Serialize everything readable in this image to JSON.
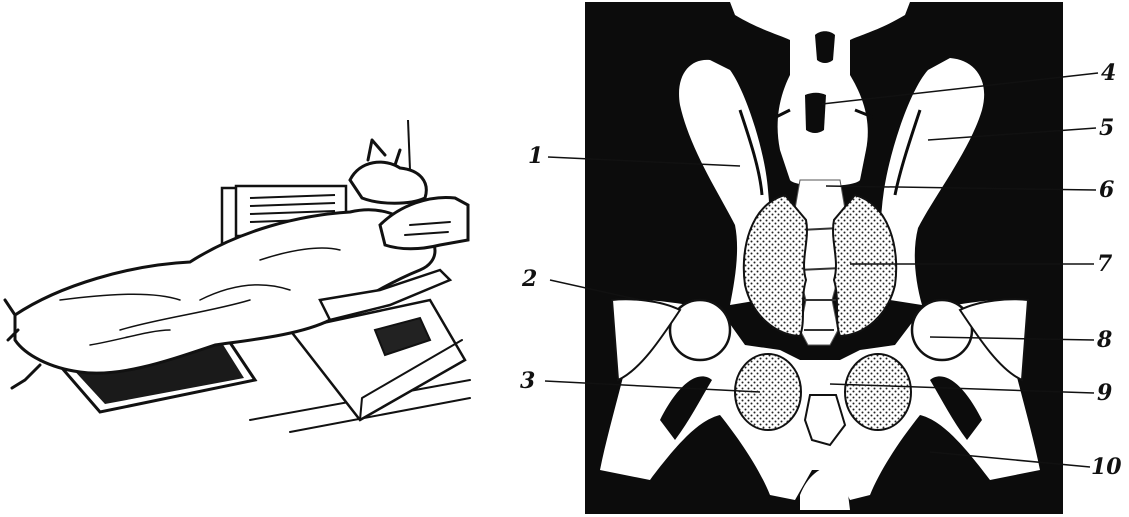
{
  "labels": {
    "l1": "1",
    "l2": "2",
    "l3": "3",
    "l4": "4",
    "l5": "5",
    "l6": "6",
    "l7": "7",
    "l8": "8",
    "l9": "9",
    "l10": "10"
  },
  "colors": {
    "ink": "#111111",
    "film_background": "#0c0c0c",
    "bone": "#ffffff",
    "paper": "#ffffff"
  }
}
